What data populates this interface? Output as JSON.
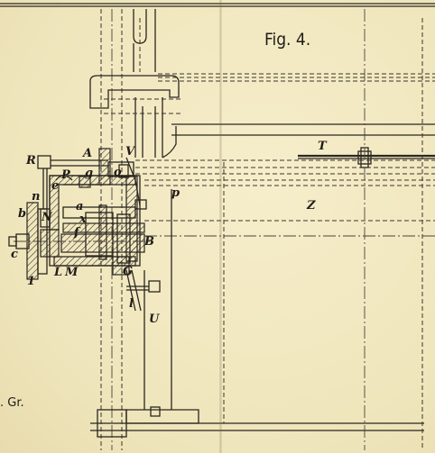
{
  "figure": {
    "title": "Fig. 4.",
    "scale_note": ". Gr."
  },
  "labels": {
    "R": "R",
    "A": "A",
    "V": "V",
    "P_upper": "P",
    "g": "g",
    "o": "o",
    "e": "e",
    "n": "n",
    "b": "b",
    "N": "N",
    "a": "a",
    "x": "x",
    "f": "f",
    "c": "c",
    "B": "B",
    "L": "L",
    "M": "M",
    "one": "1",
    "G": "G",
    "l": "l",
    "U": "U",
    "p": "p",
    "T": "T",
    "Z": "Z"
  },
  "colors": {
    "paper": "#f3ebc4",
    "ink": "#2a2620"
  }
}
